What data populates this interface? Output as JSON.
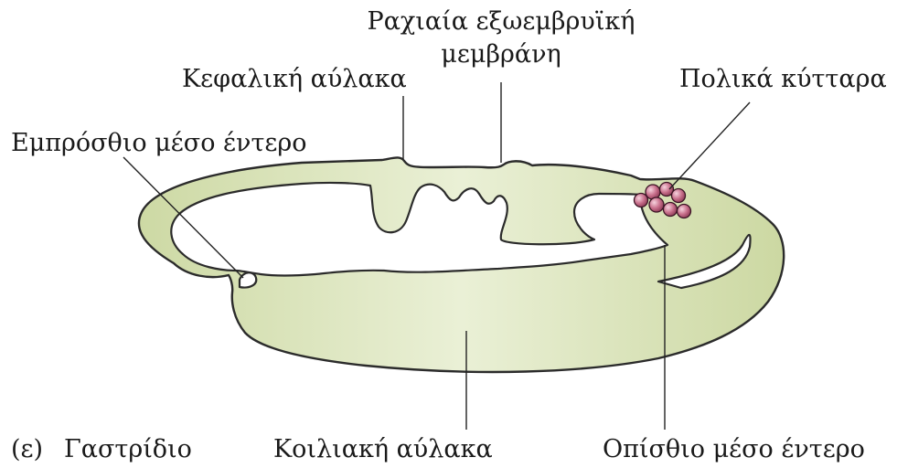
{
  "figure": {
    "panel_letter": "(ε)",
    "panel_title": "Γαστρίδιο",
    "labels": {
      "dorsal_membrane_line1": "Ραχιαία εξωεμβρυϊκή",
      "dorsal_membrane_line2": "μεμβράνη",
      "head_fold": "Κεφαλική αύλακα",
      "polar_cells": "Πολικά κύτταρα",
      "anterior_midgut": "Εμπρόσθιο μέσο έντερο",
      "ventral_furrow": "Κοιλιακή αύλακα",
      "posterior_midgut": "Οπίσθιο μέσο έντερο"
    },
    "colors": {
      "tissue_light": "#eaf0d6",
      "tissue_dark": "#cdd9a4",
      "polar_cell": "#c9718d",
      "outline": "#2b2b2b"
    }
  }
}
